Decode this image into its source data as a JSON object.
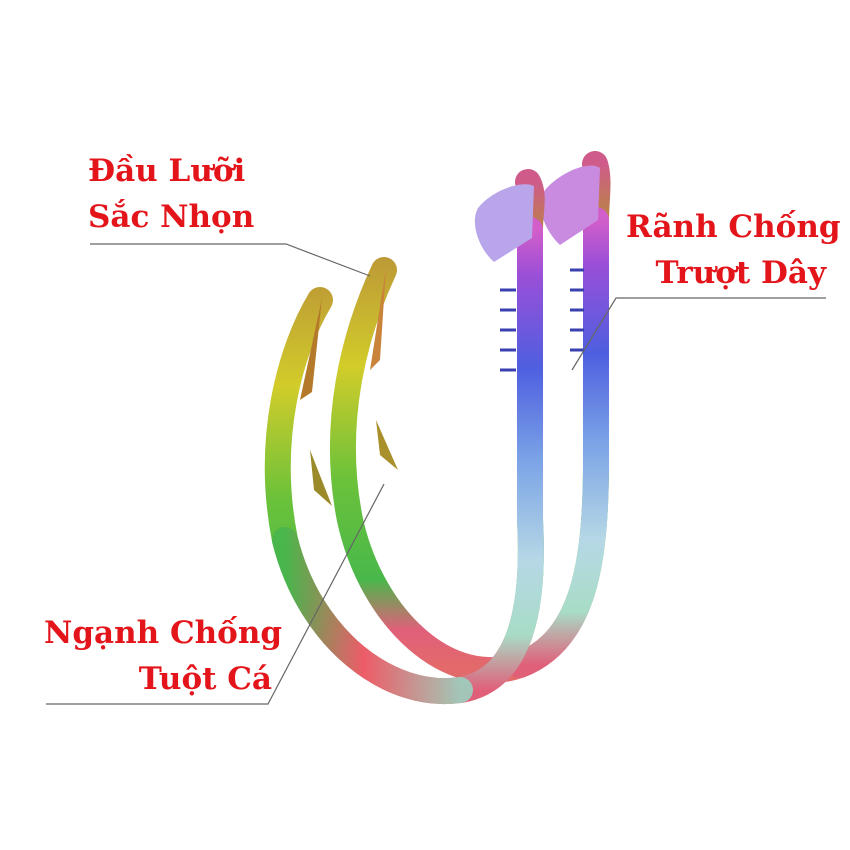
{
  "colors": {
    "label_text": "#e3151b",
    "leader_line": "#666666",
    "background": "#ffffff"
  },
  "image": {
    "subject": "fish-hooks"
  },
  "labels": {
    "tip": {
      "line1": "Đầu Lưỡi",
      "line2": "Sắc Nhọn"
    },
    "groove": {
      "line1": "Rãnh Chống",
      "line2": "Trượt Dây"
    },
    "barb": {
      "line1": "Ngạnh Chống",
      "line2": "Tuột Cá"
    }
  }
}
